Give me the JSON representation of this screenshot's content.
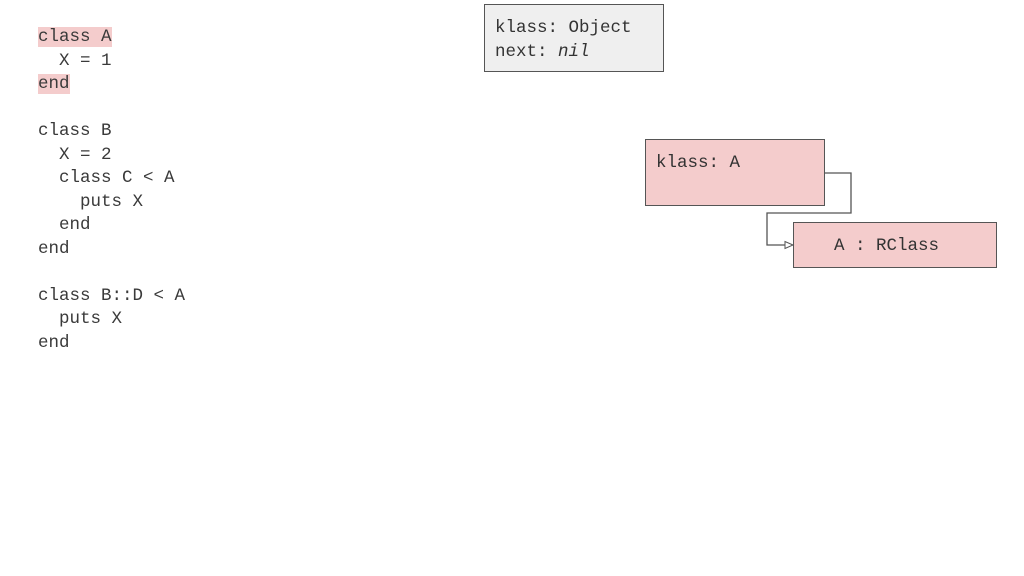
{
  "code": {
    "lines": [
      {
        "text": "class A",
        "highlight": true
      },
      {
        "text": "  X = 1",
        "highlight": false
      },
      {
        "text": "end",
        "highlight": true
      },
      {
        "text": "",
        "highlight": false
      },
      {
        "text": "class B",
        "highlight": false
      },
      {
        "text": "  X = 2",
        "highlight": false
      },
      {
        "text": "  class C < A",
        "highlight": false
      },
      {
        "text": "    puts X",
        "highlight": false
      },
      {
        "text": "  end",
        "highlight": false
      },
      {
        "text": "end",
        "highlight": false
      },
      {
        "text": "",
        "highlight": false
      },
      {
        "text": "class B::D < A",
        "highlight": false
      },
      {
        "text": "  puts X",
        "highlight": false
      },
      {
        "text": "end",
        "highlight": false
      }
    ],
    "highlight_color": "#f4cccc"
  },
  "diagram": {
    "object_box": {
      "klass_label": "klass: Object",
      "next_label": "next: ",
      "next_value": "nil",
      "fill": "#efefef"
    },
    "klass_a_box": {
      "label": "klass: A",
      "fill": "#f4cccc"
    },
    "rclass_box": {
      "label": "A : RClass",
      "fill": "#f4cccc"
    },
    "stroke_color": "#555555"
  }
}
